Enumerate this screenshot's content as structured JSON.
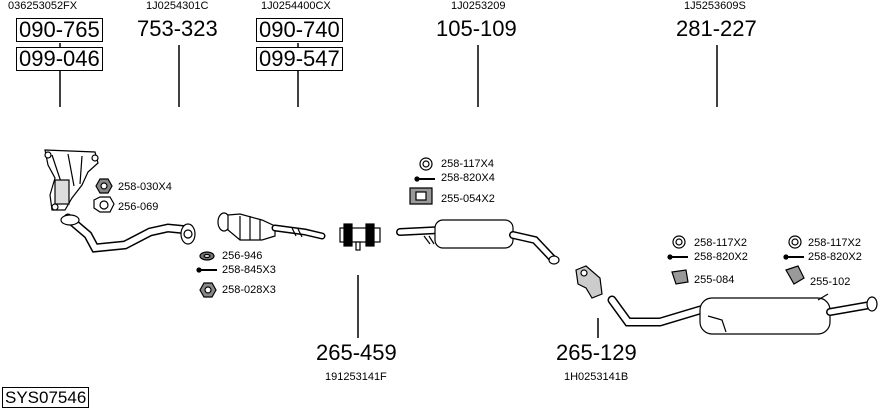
{
  "groups": [
    {
      "oem": "036253052FX",
      "parts": [
        "090-765",
        "099-046"
      ]
    },
    {
      "oem": "1J0254301C",
      "parts": [
        "753-323"
      ]
    },
    {
      "oem": "1J0254400CX",
      "parts": [
        "090-740",
        "099-547"
      ]
    },
    {
      "oem": "1J0253209",
      "parts": [
        "105-109"
      ]
    },
    {
      "oem": "1J5253609S",
      "parts": [
        "281-227"
      ]
    },
    {
      "oem": "191253141F",
      "parts": [
        "265-459"
      ]
    },
    {
      "oem": "1H0253141B",
      "parts": [
        "265-129"
      ]
    }
  ],
  "accessories": {
    "a1": "258-030X4",
    "a2": "256-069",
    "b1": "256-946",
    "b2": "258-845X3",
    "b3": "258-028X3",
    "c1": "258-117X4",
    "c2": "258-820X4",
    "c3": "255-054X2",
    "d1": "258-117X2",
    "d2": "258-820X2",
    "d3": "255-084",
    "e1": "258-117X2",
    "e2": "258-820X2",
    "e3": "255-102"
  },
  "system_code": "SYS07546"
}
